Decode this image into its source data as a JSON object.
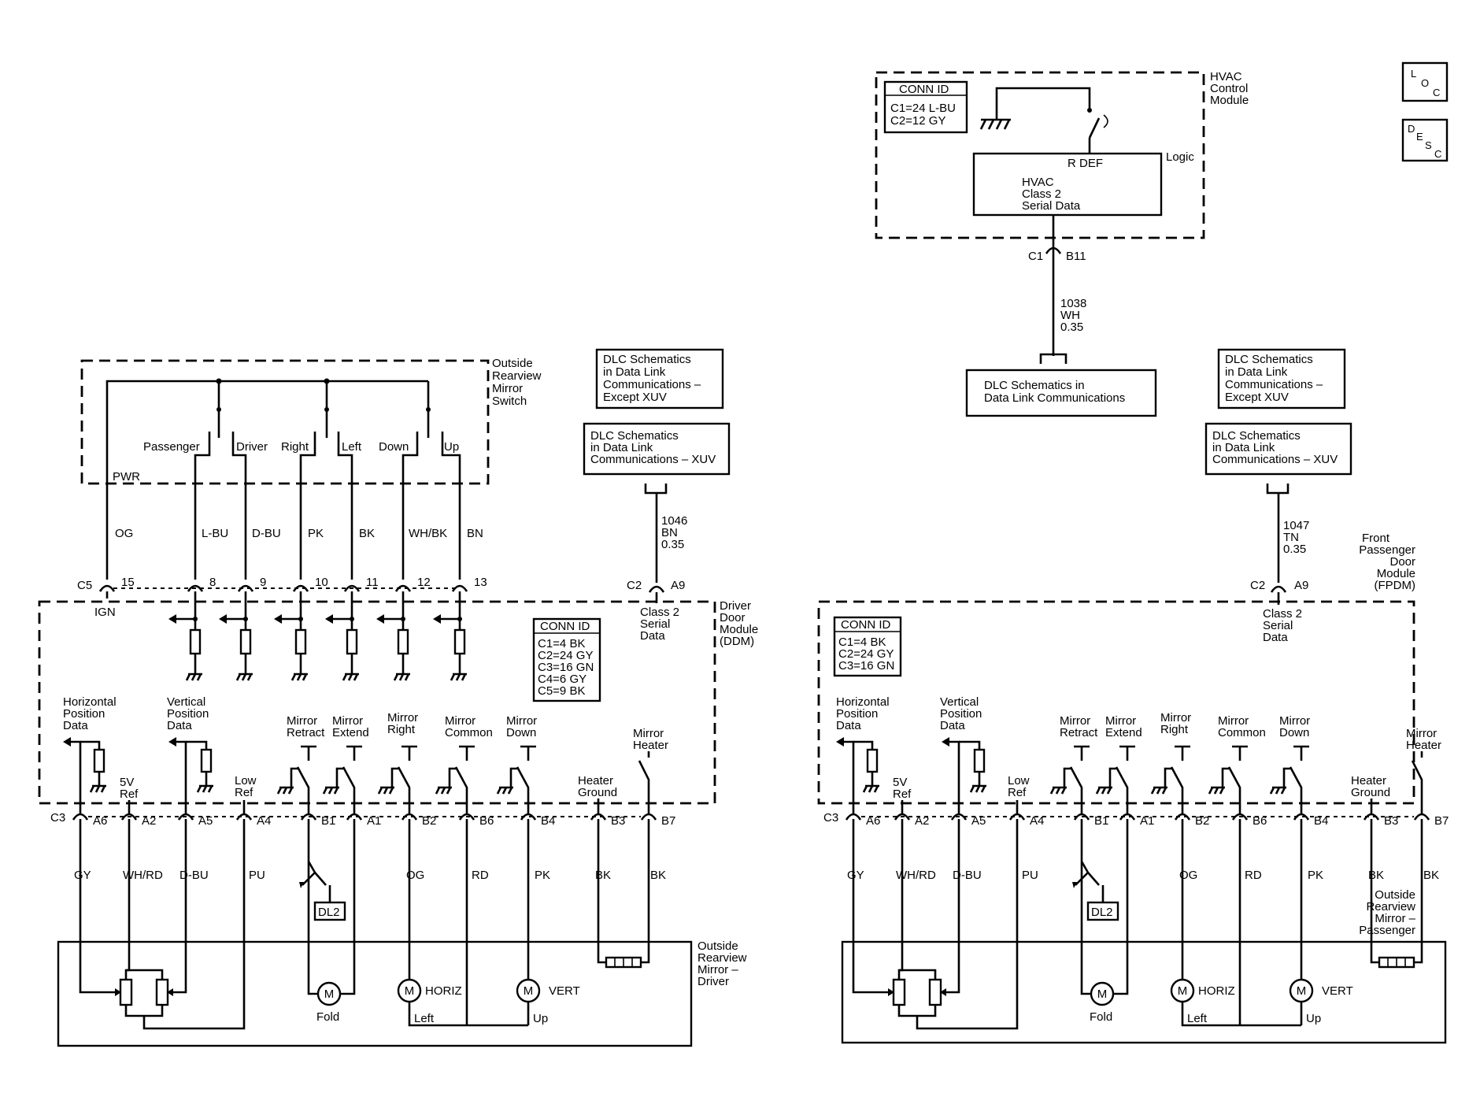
{
  "loc_badge": {
    "l": "L",
    "o": "O",
    "c": "C"
  },
  "desc_badge": {
    "d": "D",
    "e": "E",
    "s": "S",
    "c": "C"
  },
  "hvac": {
    "conn_title": "CONN ID",
    "conn_lines": [
      "C1=24 L-BU",
      "C2=12 GY"
    ],
    "module_label": [
      "HVAC",
      "Control",
      "Module"
    ],
    "logic": "Logic",
    "rdef": "R DEF",
    "inner_lines": [
      "HVAC",
      "Class 2",
      "Serial Data"
    ],
    "conn": "C1",
    "pin": "B11",
    "wire": [
      "1038",
      "WH",
      "0.35"
    ],
    "dlc_box": [
      "DLC Schematics in",
      "Data Link Communications"
    ]
  },
  "switch": {
    "label": [
      "Outside",
      "Rearview",
      "Mirror",
      "Switch"
    ],
    "pwr": "PWR",
    "positions": [
      "Passenger",
      "Driver",
      "Right",
      "Left",
      "Down",
      "Up"
    ]
  },
  "driver": {
    "dlc_except": [
      "DLC Schematics",
      "in Data Link",
      "Communications –",
      "Except XUV"
    ],
    "dlc_xuv": [
      "DLC Schematics",
      "in Data Link",
      "Communications – XUV"
    ],
    "wire": [
      "1046",
      "BN",
      "0.35"
    ],
    "conn_c2": "C2",
    "pin_a9": "A9",
    "class2": [
      "Class 2",
      "Serial",
      "Data"
    ],
    "module_label": [
      "Driver",
      "Door",
      "Module",
      "(DDM)"
    ],
    "c5": "C5",
    "ign": "IGN",
    "top_colors": [
      "OG",
      "L-BU",
      "D-BU",
      "PK",
      "BK",
      "WH/BK",
      "BN"
    ],
    "top_pins": [
      "15",
      "8",
      "9",
      "10",
      "11",
      "12",
      "13"
    ],
    "conn_title": "CONN ID",
    "conn_lines": [
      "C1=4 BK",
      "C2=24 GY",
      "C3=16 GN",
      "C4=6 GY",
      "C5=9 BK"
    ],
    "mirror_label": [
      "Outside",
      "Rearview",
      "Mirror –",
      "Driver"
    ]
  },
  "passenger": {
    "dlc_except": [
      "DLC Schematics",
      "in Data Link",
      "Communications –",
      "Except XUV"
    ],
    "dlc_xuv": [
      "DLC Schematics",
      "in Data Link",
      "Communications – XUV"
    ],
    "wire": [
      "1047",
      "TN",
      "0.35"
    ],
    "conn_c2": "C2",
    "pin_a9": "A9",
    "class2": [
      "Class 2",
      "Serial",
      "Data"
    ],
    "module_label": [
      "Front",
      "Passenger",
      "Door",
      "Module",
      "(FPDM)"
    ],
    "conn_title": "CONN ID",
    "conn_lines": [
      "C1=4 BK",
      "C2=24 GY",
      "C3=16 GN"
    ],
    "mirror_label": [
      "Outside",
      "Rearview",
      "Mirror –",
      "Passenger"
    ]
  },
  "lower": {
    "c3": "C3",
    "hpos": [
      "Horizontal",
      "Position",
      "Data"
    ],
    "vpos": [
      "Vertical",
      "Position",
      "Data"
    ],
    "ref5v": [
      "5V",
      "Ref"
    ],
    "lowref": [
      "Low",
      "Ref"
    ],
    "retract": [
      "Mirror",
      "Retract"
    ],
    "extend": [
      "Mirror",
      "Extend"
    ],
    "right": [
      "Mirror",
      "Right"
    ],
    "common": [
      "Mirror",
      "Common"
    ],
    "down": [
      "Mirror",
      "Down"
    ],
    "heater_ground": [
      "Heater",
      "Ground"
    ],
    "heater": [
      "Mirror",
      "Heater"
    ],
    "pins": [
      "A6",
      "A2",
      "A5",
      "A4",
      "B1",
      "A1",
      "B2",
      "B6",
      "B4",
      "B3",
      "B7"
    ],
    "colors": [
      "GY",
      "WH/RD",
      "D-BU",
      "PU",
      "OG",
      "RD",
      "PK",
      "BK",
      "BK"
    ],
    "dl2": "DL2",
    "motor": "M",
    "fold": "Fold",
    "horiz": "HORIZ",
    "vert": "VERT",
    "left": "Left",
    "up": "Up"
  }
}
